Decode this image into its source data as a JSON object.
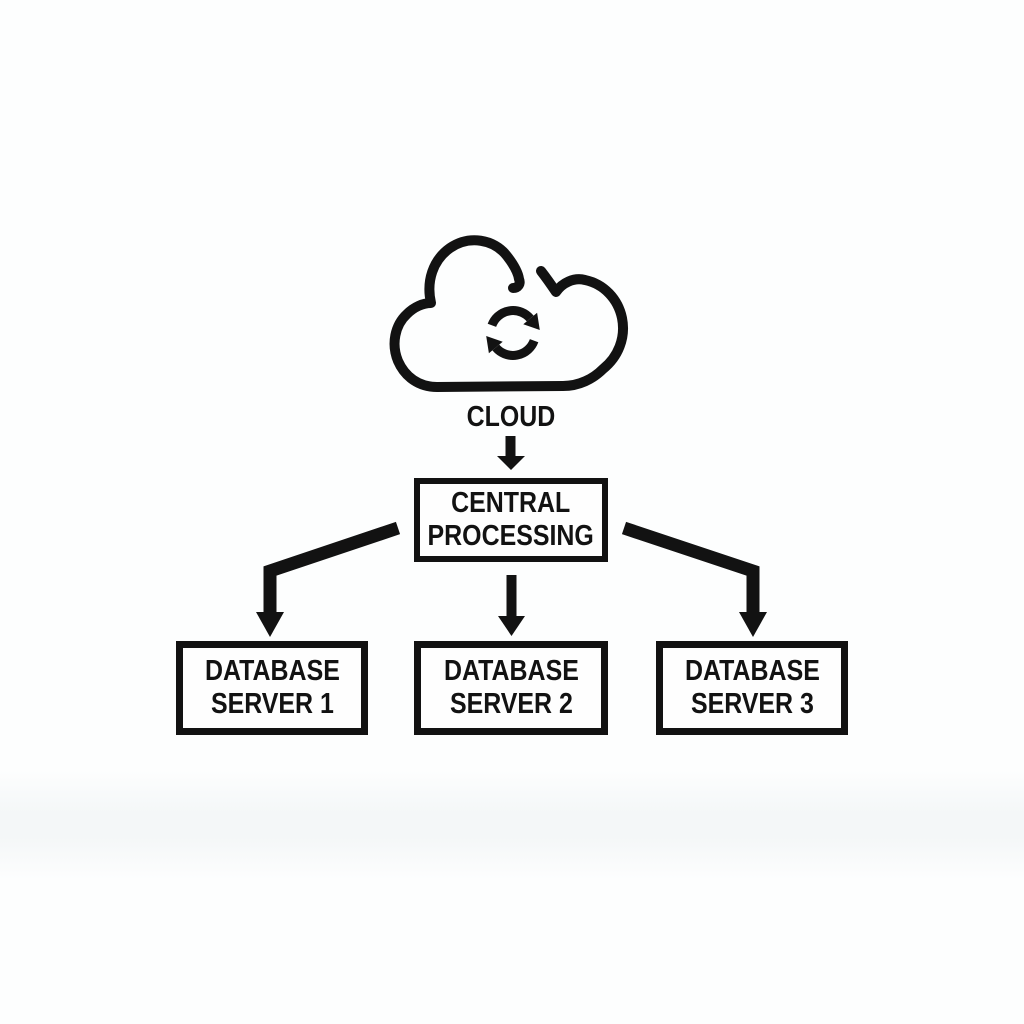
{
  "diagram": {
    "type": "flowchart",
    "cloud": {
      "label": "CLOUD",
      "icon": "cloud-sync-icon"
    },
    "central": {
      "line1": "CENTRAL",
      "line2": "PROCESSING"
    },
    "servers": [
      {
        "line1": "DATABASE",
        "line2": "SERVER 1"
      },
      {
        "line1": "DATABASE",
        "line2": "SERVER 2"
      },
      {
        "line1": "DATABASE",
        "line2": "SERVER 3"
      }
    ],
    "connections": [
      {
        "from": "CLOUD",
        "to": "CENTRAL PROCESSING"
      },
      {
        "from": "CENTRAL PROCESSING",
        "to": "DATABASE SERVER 1"
      },
      {
        "from": "CENTRAL PROCESSING",
        "to": "DATABASE SERVER 2"
      },
      {
        "from": "CENTRAL PROCESSING",
        "to": "DATABASE SERVER 3"
      }
    ],
    "colors": {
      "ink": "#121212",
      "background": "#fdfefe",
      "box_fill": "#fefefe"
    }
  }
}
